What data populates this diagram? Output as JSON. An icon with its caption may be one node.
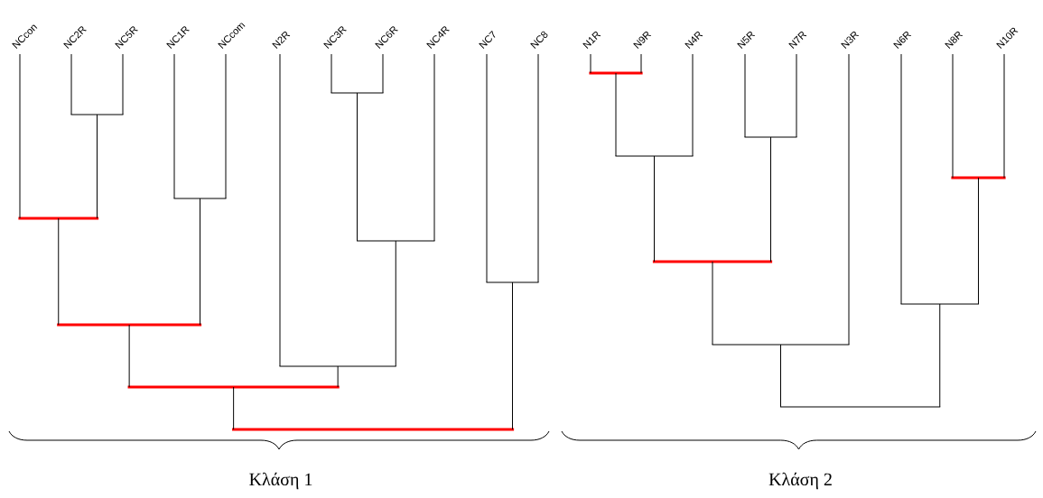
{
  "diagram": {
    "nodes": [
      {
        "text": [
          "NCcon"
        ]
      },
      {
        "text": [
          "NC2R"
        ]
      },
      {
        "text": [
          "NC5R"
        ]
      },
      {
        "text": [
          "NC1R"
        ]
      },
      {
        "text": [
          "NCcom"
        ]
      },
      {
        "text": [
          "N2R"
        ]
      },
      {
        "text": [
          "NC3R"
        ]
      },
      {
        "text": [
          "NC6R"
        ]
      },
      {
        "text": [
          "NC4R"
        ]
      },
      {
        "text": [
          "NC7"
        ]
      },
      {
        "text": [
          "NC8"
        ]
      },
      {
        "text": [
          "N1R"
        ]
      },
      {
        "text": [
          "N9R"
        ]
      },
      {
        "text": [
          "N4R"
        ]
      },
      {
        "text": [
          "N5R"
        ]
      },
      {
        "text": [
          "N7R"
        ]
      },
      {
        "text": [
          "N3R"
        ]
      },
      {
        "text": [
          "N6R"
        ]
      },
      {
        "text": [
          "N8R"
        ]
      },
      {
        "text": [
          "N10R"
        ]
      },
      {
        "text": [],
        "shape": "bar"
      },
      {
        "text": [],
        "shape": "bar"
      },
      {
        "text": [],
        "shape": "bar"
      },
      {
        "text": [],
        "shape": "bar"
      },
      {
        "text": [],
        "shape": "bar"
      },
      {
        "text": [],
        "shape": "bar"
      },
      {
        "text": [],
        "shape": "bar"
      },
      {
        "text": [],
        "shape": "bar"
      },
      {
        "text": [],
        "shape": "bar"
      },
      {
        "text": [],
        "shape": "bar"
      },
      {
        "text": [],
        "shape": "bar"
      },
      {
        "text": [],
        "shape": "bar"
      },
      {
        "text": [],
        "shape": "bar"
      },
      {
        "text": [],
        "shape": "bar"
      },
      {
        "text": [],
        "shape": "bar"
      },
      {
        "text": [],
        "shape": "bar"
      },
      {
        "text": [],
        "shape": "bar"
      },
      {
        "text": [],
        "shape": "bar"
      }
    ],
    "edges": [
      {
        "from": 20,
        "to": 1,
        "arrow": "none"
      },
      {
        "from": 20,
        "to": 2,
        "arrow": "none"
      },
      {
        "from": 21,
        "to": 0,
        "arrow": "none"
      },
      {
        "from": 21,
        "to": 20,
        "arrow": "none"
      },
      {
        "from": 22,
        "to": 3,
        "arrow": "none"
      },
      {
        "from": 22,
        "to": 4,
        "arrow": "none"
      },
      {
        "from": 23,
        "to": 21,
        "arrow": "none"
      },
      {
        "from": 23,
        "to": 22,
        "arrow": "none"
      },
      {
        "from": 24,
        "to": 6,
        "arrow": "none"
      },
      {
        "from": 24,
        "to": 7,
        "arrow": "none"
      },
      {
        "from": 25,
        "to": 24,
        "arrow": "none"
      },
      {
        "from": 25,
        "to": 8,
        "arrow": "none"
      },
      {
        "from": 26,
        "to": 5,
        "arrow": "none"
      },
      {
        "from": 26,
        "to": 25,
        "arrow": "none"
      },
      {
        "from": 27,
        "to": 23,
        "arrow": "none"
      },
      {
        "from": 27,
        "to": 26,
        "arrow": "none"
      },
      {
        "from": 28,
        "to": 9,
        "arrow": "none"
      },
      {
        "from": 28,
        "to": 10,
        "arrow": "none"
      },
      {
        "from": 29,
        "to": 27,
        "arrow": "none"
      },
      {
        "from": 29,
        "to": 28,
        "arrow": "none"
      },
      {
        "from": 30,
        "to": 11,
        "arrow": "none"
      },
      {
        "from": 30,
        "to": 12,
        "arrow": "none"
      },
      {
        "from": 31,
        "to": 30,
        "arrow": "none"
      },
      {
        "from": 31,
        "to": 13,
        "arrow": "none"
      },
      {
        "from": 32,
        "to": 14,
        "arrow": "none"
      },
      {
        "from": 32,
        "to": 15,
        "arrow": "none"
      },
      {
        "from": 33,
        "to": 31,
        "arrow": "none"
      },
      {
        "from": 33,
        "to": 32,
        "arrow": "none"
      },
      {
        "from": 34,
        "to": 33,
        "arrow": "none"
      },
      {
        "from": 34,
        "to": 16,
        "arrow": "none"
      },
      {
        "from": 35,
        "to": 18,
        "arrow": "none"
      },
      {
        "from": 35,
        "to": 19,
        "arrow": "none"
      },
      {
        "from": 36,
        "to": 17,
        "arrow": "none"
      },
      {
        "from": 36,
        "to": 35,
        "arrow": "none"
      },
      {
        "from": 37,
        "to": 34,
        "arrow": "none"
      },
      {
        "from": 37,
        "to": 36,
        "arrow": "none"
      }
    ],
    "labels": [
      "Κλάση 1",
      "Κλάση 2"
    ]
  }
}
